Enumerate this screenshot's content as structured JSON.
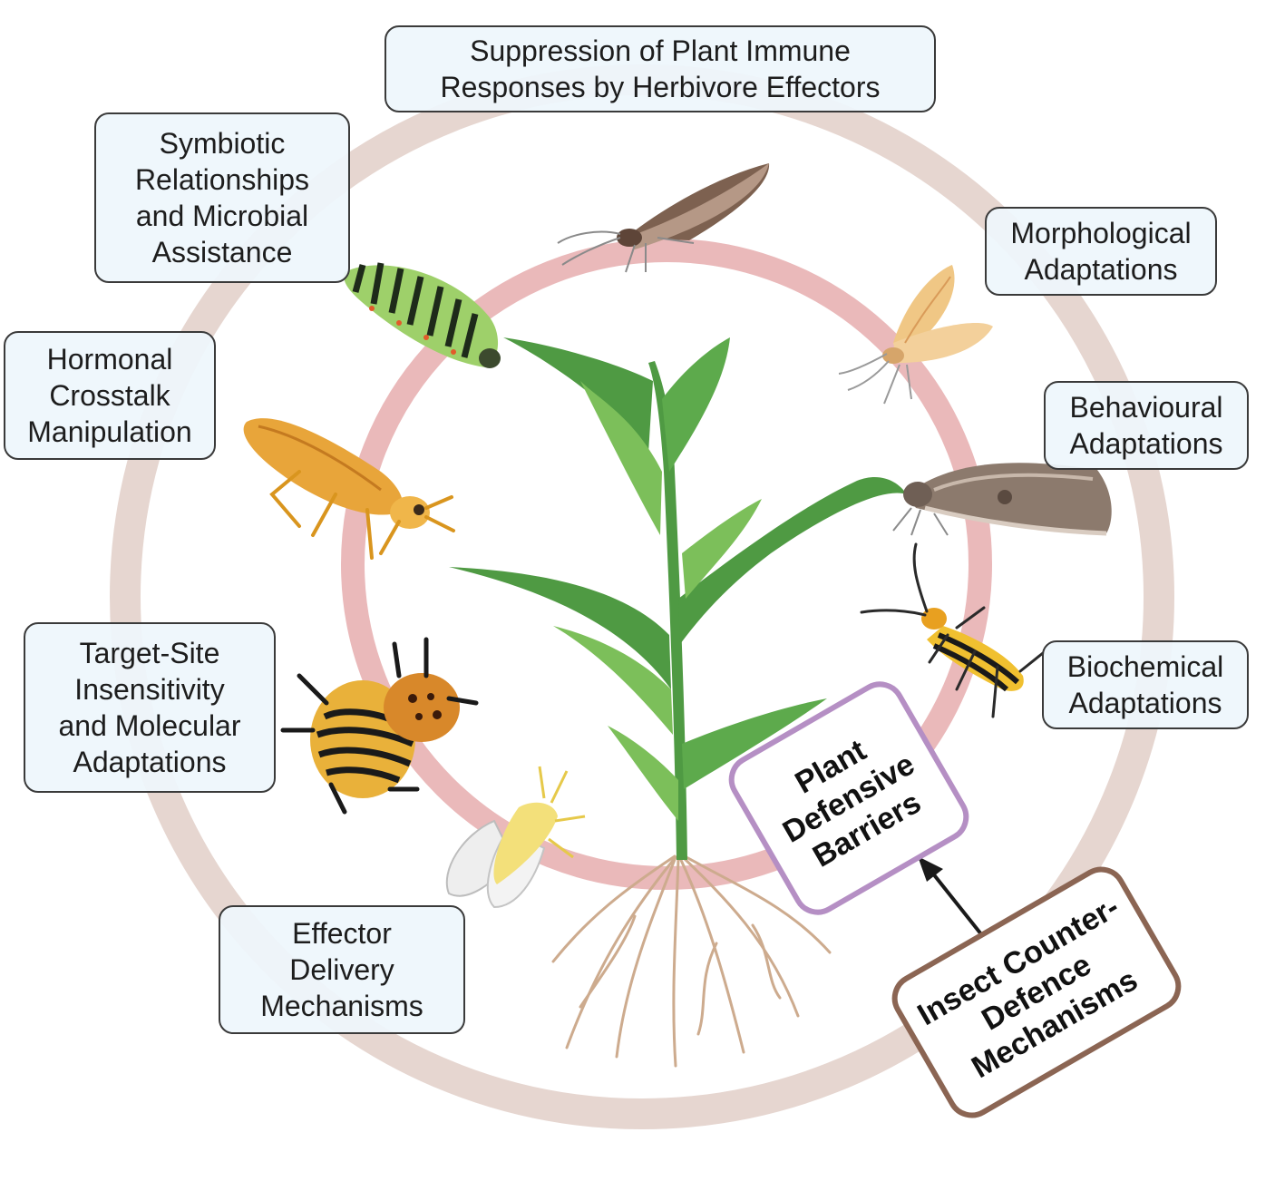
{
  "colors": {
    "outer_ring": "#e6d6d0",
    "inner_ring": "#eab9ba",
    "plant_green": "#4f9a43",
    "plant_green_light": "#7cbf5a",
    "root": "#cdab8e",
    "box_fill": "#eef6fc",
    "plant_box_border": "#b58fc4",
    "insect_box_border": "#8b6553",
    "arrow": "#1a1a1a"
  },
  "labels": {
    "suppression": [
      "Suppression of Plant Immune",
      "Responses by Herbivore Effectors"
    ],
    "symbiotic": [
      "Symbiotic",
      "Relationships",
      "and Microbial",
      "Assistance"
    ],
    "morphological": [
      "Morphological",
      "Adaptations"
    ],
    "hormonal": [
      "Hormonal",
      "Crosstalk",
      "Manipulation"
    ],
    "behavioural": [
      "Behavioural",
      "Adaptations"
    ],
    "biochemical": [
      "Biochemical",
      "Adaptations"
    ],
    "target_site": [
      "Target-Site",
      "Insensitivity",
      "and Molecular",
      "Adaptations"
    ],
    "effector": [
      "Effector",
      "Delivery",
      "Mechanisms"
    ],
    "plant_barriers": [
      "Plant",
      "Defensive",
      "Barriers"
    ],
    "insect_counter": [
      "Insect Counter-",
      "Defence",
      "Mechanisms"
    ]
  },
  "icons": {
    "plant": "maize-plant-icon",
    "moth_top": "brown-moth-icon",
    "moth_light": "pale-yellow-moth-icon",
    "moth_right": "grey-owlet-moth-icon",
    "caterpillar": "green-striped-caterpillar-icon",
    "cockroach": "orange-cockroach-icon",
    "colorado_beetle": "colorado-potato-beetle-icon",
    "whitefly": "whitefly-icon",
    "striped_beetle": "striped-cucumber-beetle-icon"
  }
}
